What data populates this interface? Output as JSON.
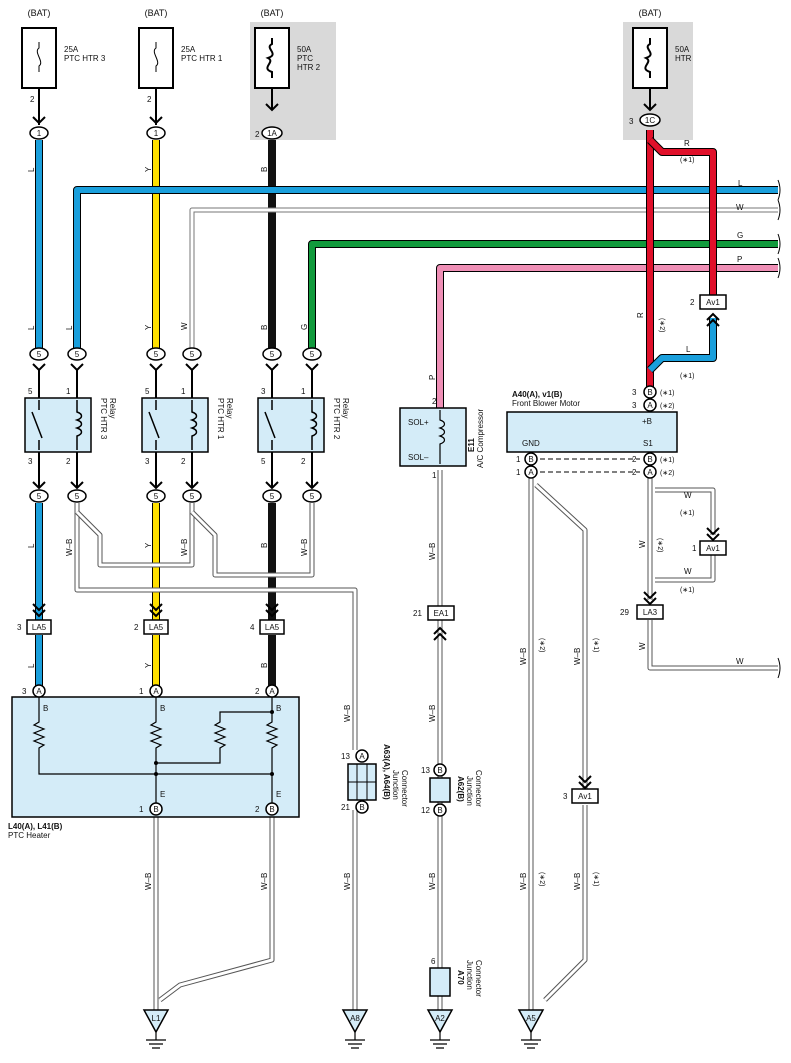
{
  "colors": {
    "L": "#1a9fdc",
    "Y": "#ffe000",
    "B": "#111111",
    "R": "#e0102a",
    "G": "#119a3c",
    "P": "#ef8fb6",
    "W": "#ffffff",
    "component_fill": "#d4ecf8",
    "shade": "#d9d9d9"
  },
  "fuses": {
    "f1": {
      "bat": "(BAT)",
      "rating": "25A",
      "name": "PTC HTR 3",
      "pin": "2"
    },
    "f2": {
      "bat": "(BAT)",
      "rating": "25A",
      "name": "PTC HTR 1",
      "pin": "2"
    },
    "f3": {
      "bat": "(BAT)",
      "rating": "50A",
      "name1": "PTC",
      "name2": "HTR 2",
      "pin": "2"
    },
    "f4": {
      "bat": "(BAT)",
      "rating": "50A",
      "name": "HTR",
      "pin": "3"
    }
  },
  "connectors": {
    "c1": "1",
    "c1a": "1A",
    "c1c": "1C",
    "c5": "5",
    "la5": "LA5",
    "av1": "Av1",
    "la3": "LA3",
    "ea1": "EA1",
    "a": "A",
    "b": "B",
    "l1": "L1",
    "a8": "A8",
    "a2": "A2",
    "a5": "A5"
  },
  "wire_labels": {
    "L": "L",
    "Y": "Y",
    "B": "B",
    "W": "W",
    "G": "G",
    "P": "P",
    "R": "R",
    "WB": "W–B"
  },
  "pins": {
    "p1": "1",
    "p2": "2",
    "p3": "3",
    "p4": "4",
    "p5": "5",
    "p6": "6",
    "p12": "12",
    "p13": "13",
    "p21": "21",
    "p29": "29"
  },
  "notes": {
    "n1": "(∗1)",
    "n2": "(∗2)"
  },
  "relays": {
    "r1": {
      "name": "PTC HTR 3",
      "sub": "Relay"
    },
    "r2": {
      "name": "PTC HTR 1",
      "sub": "Relay"
    },
    "r3": {
      "name": "PTC HTR 2",
      "sub": "Relay"
    }
  },
  "compressor": {
    "code": "E11",
    "name": "A/C Compressor",
    "sol_plus": "SOL+",
    "sol_minus": "SOL–"
  },
  "blower": {
    "code": "A40(A), v1(B)",
    "name": "Front Blower Motor",
    "plus_b": "+B",
    "gnd": "GND",
    "s1": "S1"
  },
  "heater": {
    "code": "L40(A), L41(B)",
    "name": "PTC Heater",
    "b": "B",
    "e": "E"
  },
  "junctions": {
    "a63": {
      "code": "A63(A), A64(B)",
      "l1": "Junction",
      "l2": "Connector"
    },
    "a62": {
      "code": "A62(B)",
      "l1": "Junction",
      "l2": "Connector"
    },
    "a70": {
      "code": "A70",
      "l1": "Junction",
      "l2": "Connector"
    }
  }
}
